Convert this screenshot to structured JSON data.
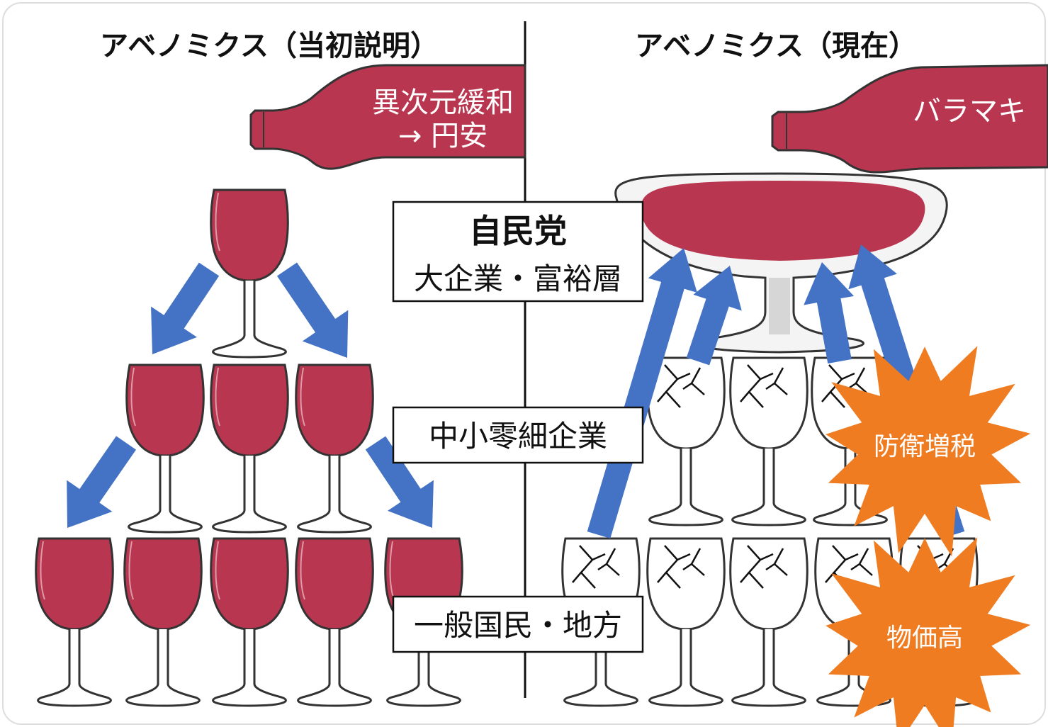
{
  "left": {
    "title": "アベノミクス（当初説明）",
    "bottle_line1": "異次元緩和",
    "bottle_line2": "→ 円安"
  },
  "right": {
    "title": "アベノミクス（現在）",
    "bottle_label": "バラマキ",
    "burst_top": "防衛増税",
    "burst_bottom": "物価高"
  },
  "tiers": {
    "top_line1": "自民党",
    "top_line2": "大企業・富裕層",
    "middle": "中小零細企業",
    "bottom": "一般国民・地方"
  },
  "colors": {
    "wine": "#b8364f",
    "arrow": "#4472c4",
    "burst": "#f07c21",
    "outline": "#333333"
  }
}
